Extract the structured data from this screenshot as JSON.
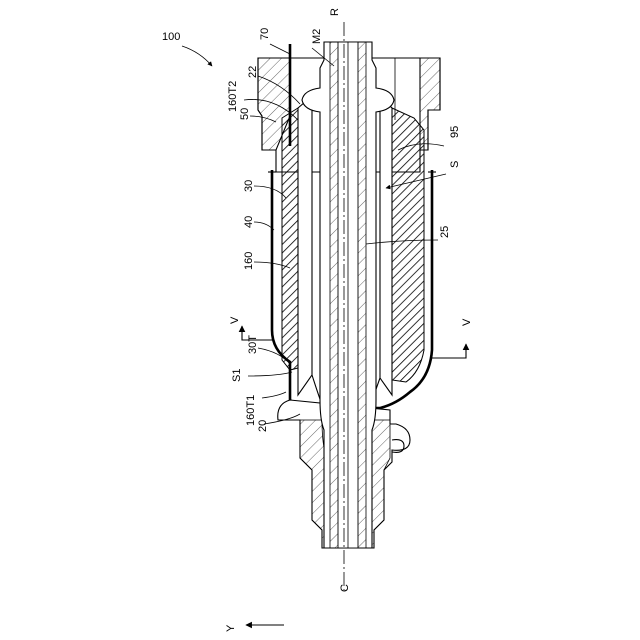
{
  "figure": {
    "labels": {
      "assembly": "100",
      "axis_r": "R",
      "axis_c": "C",
      "m2": "M2",
      "l70": "70",
      "l22": "22",
      "l160t2": "160T2",
      "l50": "50",
      "l30": "30",
      "l40": "40",
      "l160": "160",
      "l30t": "30T",
      "s1": "S1",
      "l160t1": "160T1",
      "l20": "20",
      "l95": "95",
      "s": "S",
      "l25": "25",
      "v_left": "V",
      "v_right": "V",
      "y_axis": "Y"
    }
  }
}
